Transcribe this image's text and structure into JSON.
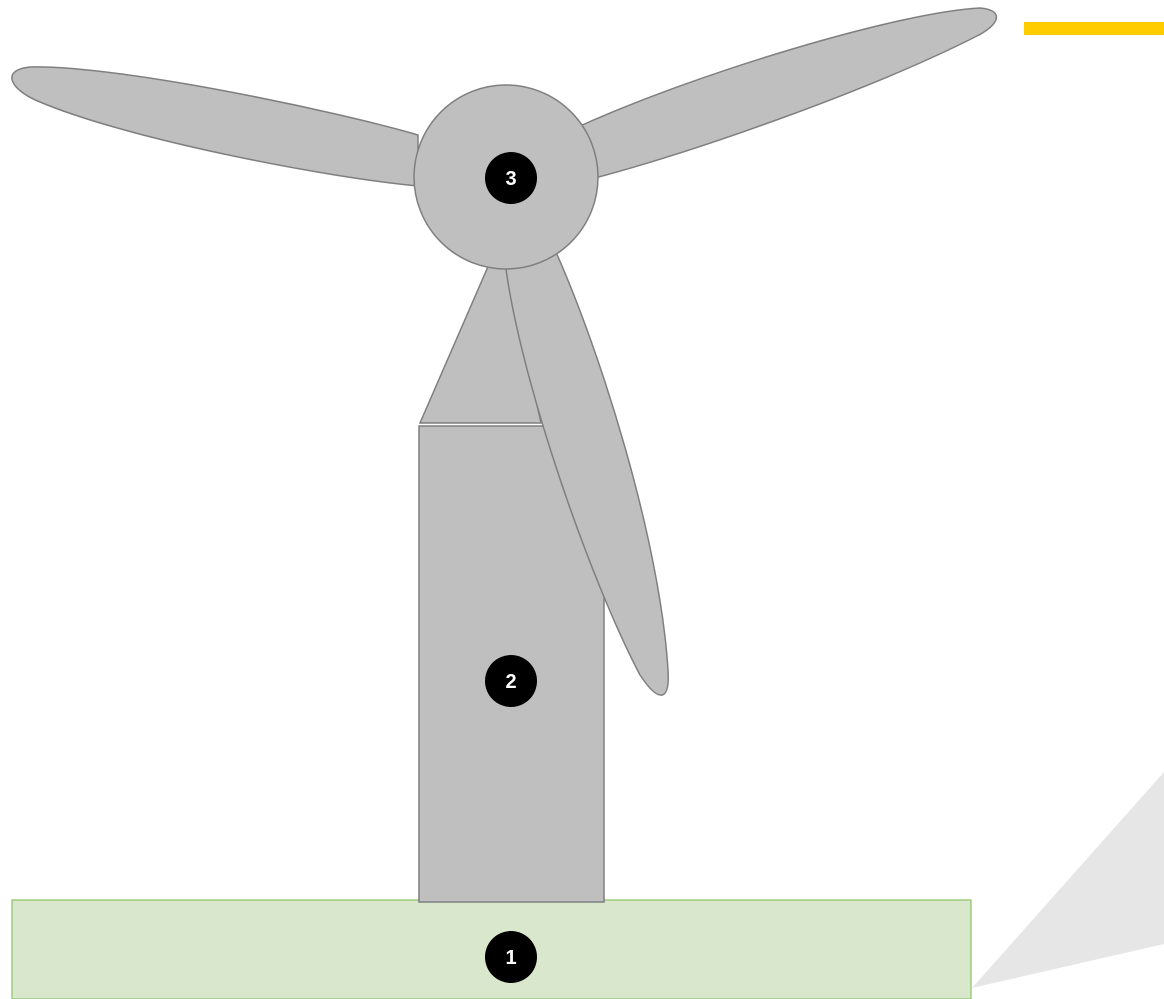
{
  "colors": {
    "ground": "#d9e7cd",
    "ground_stroke": "#8cc266",
    "turbine": "#bfbfbf",
    "turbine_stroke": "#7f7f7f",
    "marker": "#000000",
    "marker_text": "#ffffff",
    "accent": "#ffcc00",
    "shadow": "#e6e6e6"
  },
  "markers": {
    "ground": "1",
    "tower": "2",
    "rotor": "3"
  }
}
